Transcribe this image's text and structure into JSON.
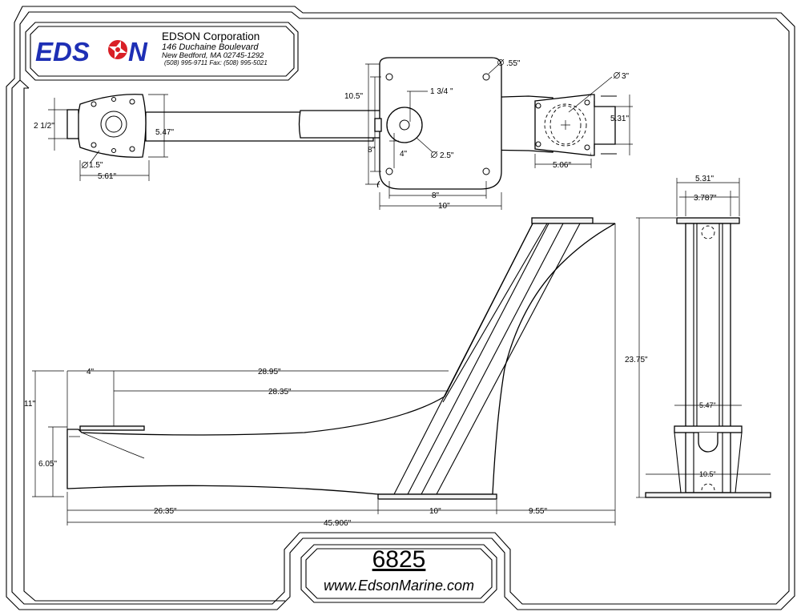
{
  "company": {
    "logo": "EDSON",
    "name": "EDSON Corporation",
    "address1": "146 Duchaine Boulevard",
    "address2": "New Bedford, MA  02745-1292",
    "phone_fax": "(508) 995-9711  Fax: (508) 995-5021"
  },
  "footer": {
    "part_number": "6825",
    "website": "www.EdsonMarine.com"
  },
  "dimensions": {
    "top_view": {
      "d_55": ".55\"",
      "d_3": "3\"",
      "d_105": "10.5\"",
      "d_134": "1 3/4 \"",
      "d_212": "2 1/2\"",
      "d_547": "5.47\"",
      "d_531": "5.31\"",
      "d_8v": "8\"",
      "d_4": "4\"",
      "d_25": "2.5\"",
      "d_15": "1.5\"",
      "d_561": "5.61\"",
      "d_506": "5.06\"",
      "d_8h": "8\"",
      "d_10": "10\""
    },
    "side_view": {
      "d_11": "11\"",
      "d_4": "4\"",
      "d_2895": "28.95\"",
      "d_2835": "28.35\"",
      "d_605": "6.05\"",
      "d_2635": "26.35\"",
      "d_10": "10\"",
      "d_955": "9.55\"",
      "d_45906": "45.906\""
    },
    "end_view": {
      "d_531": "5.31\"",
      "d_3787": "3.787\"",
      "d_2375": "23.75\"",
      "d_547": "5.47\"",
      "d_105": "10.5\""
    }
  },
  "colors": {
    "logo_blue": "#1e2fb5",
    "logo_red": "#d91f26",
    "line": "#000000",
    "background": "#ffffff"
  }
}
